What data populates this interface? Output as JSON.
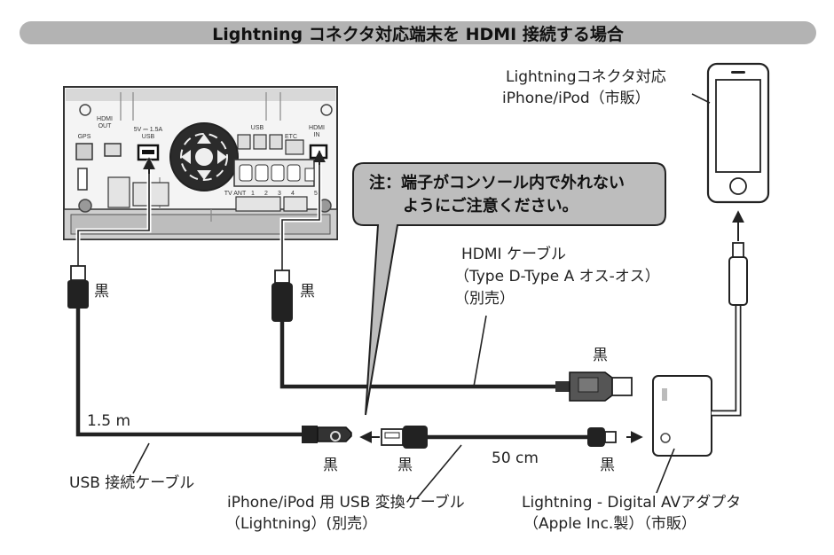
{
  "header": {
    "title": "Lightning コネクタ対応端末を HDMI 接続する場合"
  },
  "unit": {
    "ports": {
      "gps": "GPS",
      "hdmi_out": "HDMI\nOUT",
      "usb_rating": "5V ⎓ 1.5A",
      "usb": "USB",
      "usb2": "USB",
      "etc": "ETC",
      "hdmi_in": "HDMI\nIN",
      "tv_ant": "TV ANT",
      "ant_nums": [
        "1",
        "2",
        "3",
        "4",
        "5"
      ]
    }
  },
  "callout": {
    "line1": "注：端子がコンソール内で外れない",
    "line2": "ようにご注意ください。"
  },
  "labels": {
    "iphone_line1": "Lightningコネクタ対応",
    "iphone_line2": "iPhone/iPod（市販）",
    "hdmi_cable_line1": "HDMI ケーブル",
    "hdmi_cable_line2": "（Type D-Type A オス-オス）",
    "hdmi_cable_line3": "（別売）",
    "black_usb": "黒",
    "black_hdmi_d": "黒",
    "black_hdmi_a": "黒",
    "length_usb": "1.5 m",
    "length_lightning": "50 cm",
    "black_usb_female": "黒",
    "black_usb_male": "黒",
    "black_lightning": "黒",
    "usb_cable": "USB 接続ケーブル",
    "conv_cable_line1": "iPhone/iPod 用 USB 変換ケーブル",
    "conv_cable_line2": "（Lightning）(別売）",
    "adapter_line1": "Lightning - Digital AVアダプタ",
    "adapter_line2": "（Apple Inc.製）（市販）"
  }
}
